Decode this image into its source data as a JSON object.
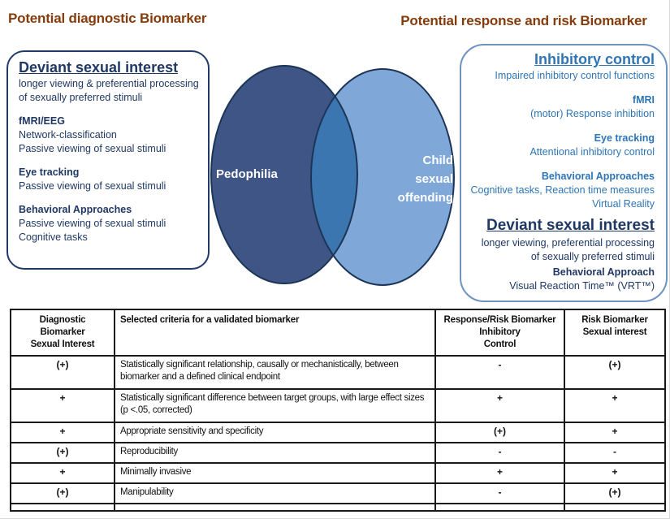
{
  "titles": {
    "left": "Potential diagnostic Biomarker",
    "right": "Potential response and risk Biomarker"
  },
  "colors": {
    "title": "#843C0C",
    "navy_text": "#1F3864",
    "blue_text": "#2E75B6",
    "left_ellipse_fill": "#3E5585",
    "right_ellipse_fill": "#7FA8D8",
    "overlap_fill": "#3B76B0",
    "ellipse_stroke": "#1C3557",
    "left_box_border": "#203A69",
    "right_box_border": "#6E93C0"
  },
  "left_box": {
    "heading": "Deviant sexual interest",
    "intro_lines": [
      "longer viewing & preferential processing",
      "of sexually preferred stimuli"
    ],
    "sections": [
      {
        "heading": "fMRI/EEG",
        "lines": [
          "Network-classification",
          "Passive viewing of sexual stimuli"
        ]
      },
      {
        "heading": "Eye tracking",
        "lines": [
          "Passive viewing of sexual stimuli"
        ]
      },
      {
        "heading": "Behavioral Approaches",
        "lines": [
          "Passive viewing of sexual stimuli",
          "Cognitive tasks"
        ]
      }
    ]
  },
  "venn": {
    "left_label": "Pedophilia",
    "right_label": "Child\nsexual\noffending"
  },
  "right_box": {
    "heading": "Inhibitory control",
    "subline": "Impaired inhibitory control functions",
    "sections": [
      {
        "heading": "fMRI",
        "lines": [
          "(motor) Response inhibition"
        ]
      },
      {
        "heading": "Eye tracking",
        "lines": [
          "Attentional inhibitory control"
        ]
      },
      {
        "heading": "Behavioral Approaches",
        "lines": [
          "Cognitive tasks, Reaction time measures",
          "Virtual Reality"
        ]
      }
    ],
    "deviant_heading": "Deviant sexual interest",
    "deviant_lines": [
      "longer viewing, preferential processing",
      "of sexually preferred stimuli"
    ],
    "behavioral_heading": "Behavioral Approach",
    "behavioral_line": "Visual Reaction Time™ (VRT™)"
  },
  "table": {
    "headers": [
      "Diagnostic\nBiomarker\nSexual Interest",
      "Selected criteria for a validated biomarker",
      "Response/Risk Biomarker\nInhibitory\nControl",
      "Risk Biomarker\nSexual interest"
    ],
    "rows": [
      [
        "(+)",
        "Statistically significant relationship, causally or mechanistically, between biomarker and a defined clinical endpoint",
        "-",
        "(+)"
      ],
      [
        "+",
        "Statistically significant difference between target groups, with large effect sizes (p <.05, corrected)",
        "+",
        "+"
      ],
      [
        "+",
        "Appropriate sensitivity and specificity",
        "(+)",
        "+"
      ],
      [
        "(+)",
        "Reproducibility",
        "-",
        "-"
      ],
      [
        "+",
        "Minimally invasive",
        "+",
        "+"
      ],
      [
        "(+)",
        "Manipulability",
        "-",
        "(+)"
      ]
    ]
  }
}
